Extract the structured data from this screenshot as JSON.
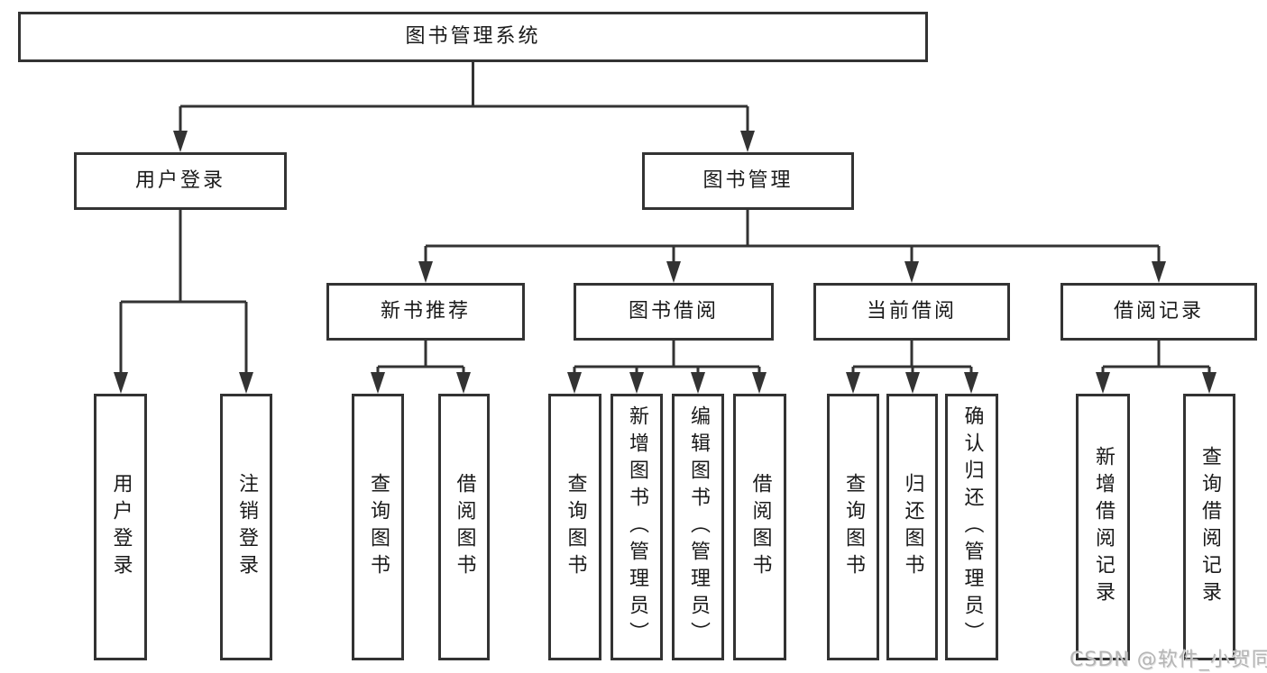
{
  "watermark": "CSDN @软件_小贺同学",
  "colors": {
    "line": "#333333",
    "box_border": "#333333",
    "text": "#1a1a1a",
    "watermark": "#b5b5b5",
    "background": "#ffffff"
  },
  "tree": {
    "label": "图书管理系统",
    "children": [
      {
        "label": "用户登录",
        "children": [
          {
            "label": "用户登录"
          },
          {
            "label": "注销登录"
          }
        ]
      },
      {
        "label": "图书管理",
        "children": [
          {
            "label": "新书推荐",
            "children": [
              {
                "label": "查询图书"
              },
              {
                "label": "借阅图书"
              }
            ]
          },
          {
            "label": "图书借阅",
            "children": [
              {
                "label": "查询图书"
              },
              {
                "label": "新增图书（管理员）"
              },
              {
                "label": "编辑图书（管理员）"
              },
              {
                "label": "借阅图书"
              }
            ]
          },
          {
            "label": "当前借阅",
            "children": [
              {
                "label": "查询图书"
              },
              {
                "label": "归还图书"
              },
              {
                "label": "确认归还（管理员）"
              }
            ]
          },
          {
            "label": "借阅记录",
            "children": [
              {
                "label": "新增借阅记录"
              },
              {
                "label": "查询借阅记录"
              }
            ]
          }
        ]
      }
    ]
  }
}
